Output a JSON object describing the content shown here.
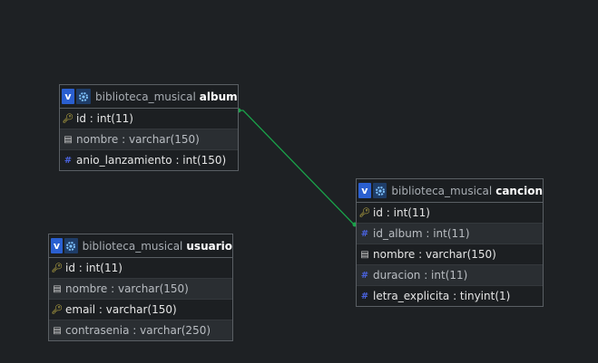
{
  "tables": {
    "album": {
      "schema": "biblioteca_musical",
      "name": "album",
      "columns": [
        {
          "text": "id : int(11)",
          "icon": "key-icon"
        },
        {
          "text": "nombre : varchar(150)",
          "icon": "database-icon"
        },
        {
          "text": "anio_lanzamiento : int(150)",
          "icon": "hash-icon"
        }
      ]
    },
    "cancion": {
      "schema": "biblioteca_musical",
      "name": "cancion",
      "columns": [
        {
          "text": "id : int(11)",
          "icon": "key-icon"
        },
        {
          "text": "id_album : int(11)",
          "icon": "hash-icon"
        },
        {
          "text": "nombre : varchar(150)",
          "icon": "database-icon"
        },
        {
          "text": "duracion : int(11)",
          "icon": "hash-icon"
        },
        {
          "text": "letra_explicita : tinyint(1)",
          "icon": "hash-icon"
        }
      ]
    },
    "usuario": {
      "schema": "biblioteca_musical",
      "name": "usuario",
      "columns": [
        {
          "text": "id : int(11)",
          "icon": "key-icon"
        },
        {
          "text": "nombre : varchar(150)",
          "icon": "database-icon"
        },
        {
          "text": "email : varchar(150)",
          "icon": "key-icon"
        },
        {
          "text": "contrasenia : varchar(250)",
          "icon": "database-icon"
        }
      ]
    }
  },
  "badge_letter": "v",
  "colors": {
    "background": "#1e2124",
    "relation_line": "#1aa34a",
    "badge": "#2a5fd0"
  }
}
